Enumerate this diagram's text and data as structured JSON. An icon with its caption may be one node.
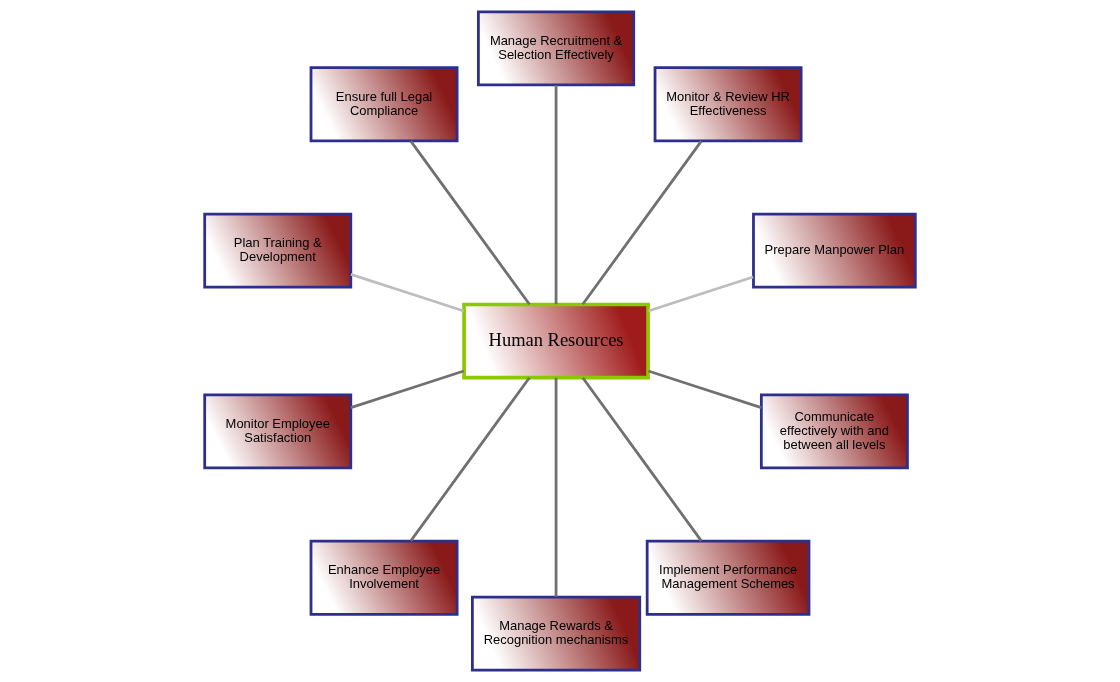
{
  "diagram": {
    "nodes": [
      {
        "text": [
          "Human Resources"
        ]
      },
      {
        "text": [
          "Prepare Manpower Plan"
        ]
      },
      {
        "text": [
          "Monitor & Review HR Effectiveness"
        ]
      },
      {
        "text": [
          "Manage Recruitment & Selection Effectively"
        ]
      },
      {
        "text": [
          "Ensure full Legal Compliance"
        ]
      },
      {
        "text": [
          "Plan Training & Development"
        ]
      },
      {
        "text": [
          "Monitor Employee Satisfaction"
        ]
      },
      {
        "text": [
          "Enhance Employee Involvement"
        ]
      },
      {
        "text": [
          "Manage Rewards & Recognition mechanisms"
        ]
      },
      {
        "text": [
          "Implement Performance Management Schemes"
        ]
      },
      {
        "text": [
          "Communicate effectively with and between all levels"
        ]
      }
    ],
    "edges": [
      {
        "from": 0,
        "to": 1,
        "arrow": "none",
        "color": "#bdbdbd"
      },
      {
        "from": 0,
        "to": 3,
        "arrow": "none"
      },
      {
        "from": 0,
        "to": 5,
        "arrow": "none",
        "color": "#bdbdbd"
      },
      {
        "from": 0,
        "to": 7,
        "arrow": "none"
      },
      {
        "from": 0,
        "to": 9,
        "arrow": "none"
      },
      {
        "from": 0,
        "to": 10,
        "arrow": "none"
      },
      {
        "from": 0,
        "to": 8,
        "arrow": "none"
      },
      {
        "from": 0,
        "to": 6,
        "arrow": "none"
      },
      {
        "from": 0,
        "to": 4,
        "arrow": "none"
      },
      {
        "from": 0,
        "to": 2,
        "arrow": "none"
      }
    ]
  }
}
